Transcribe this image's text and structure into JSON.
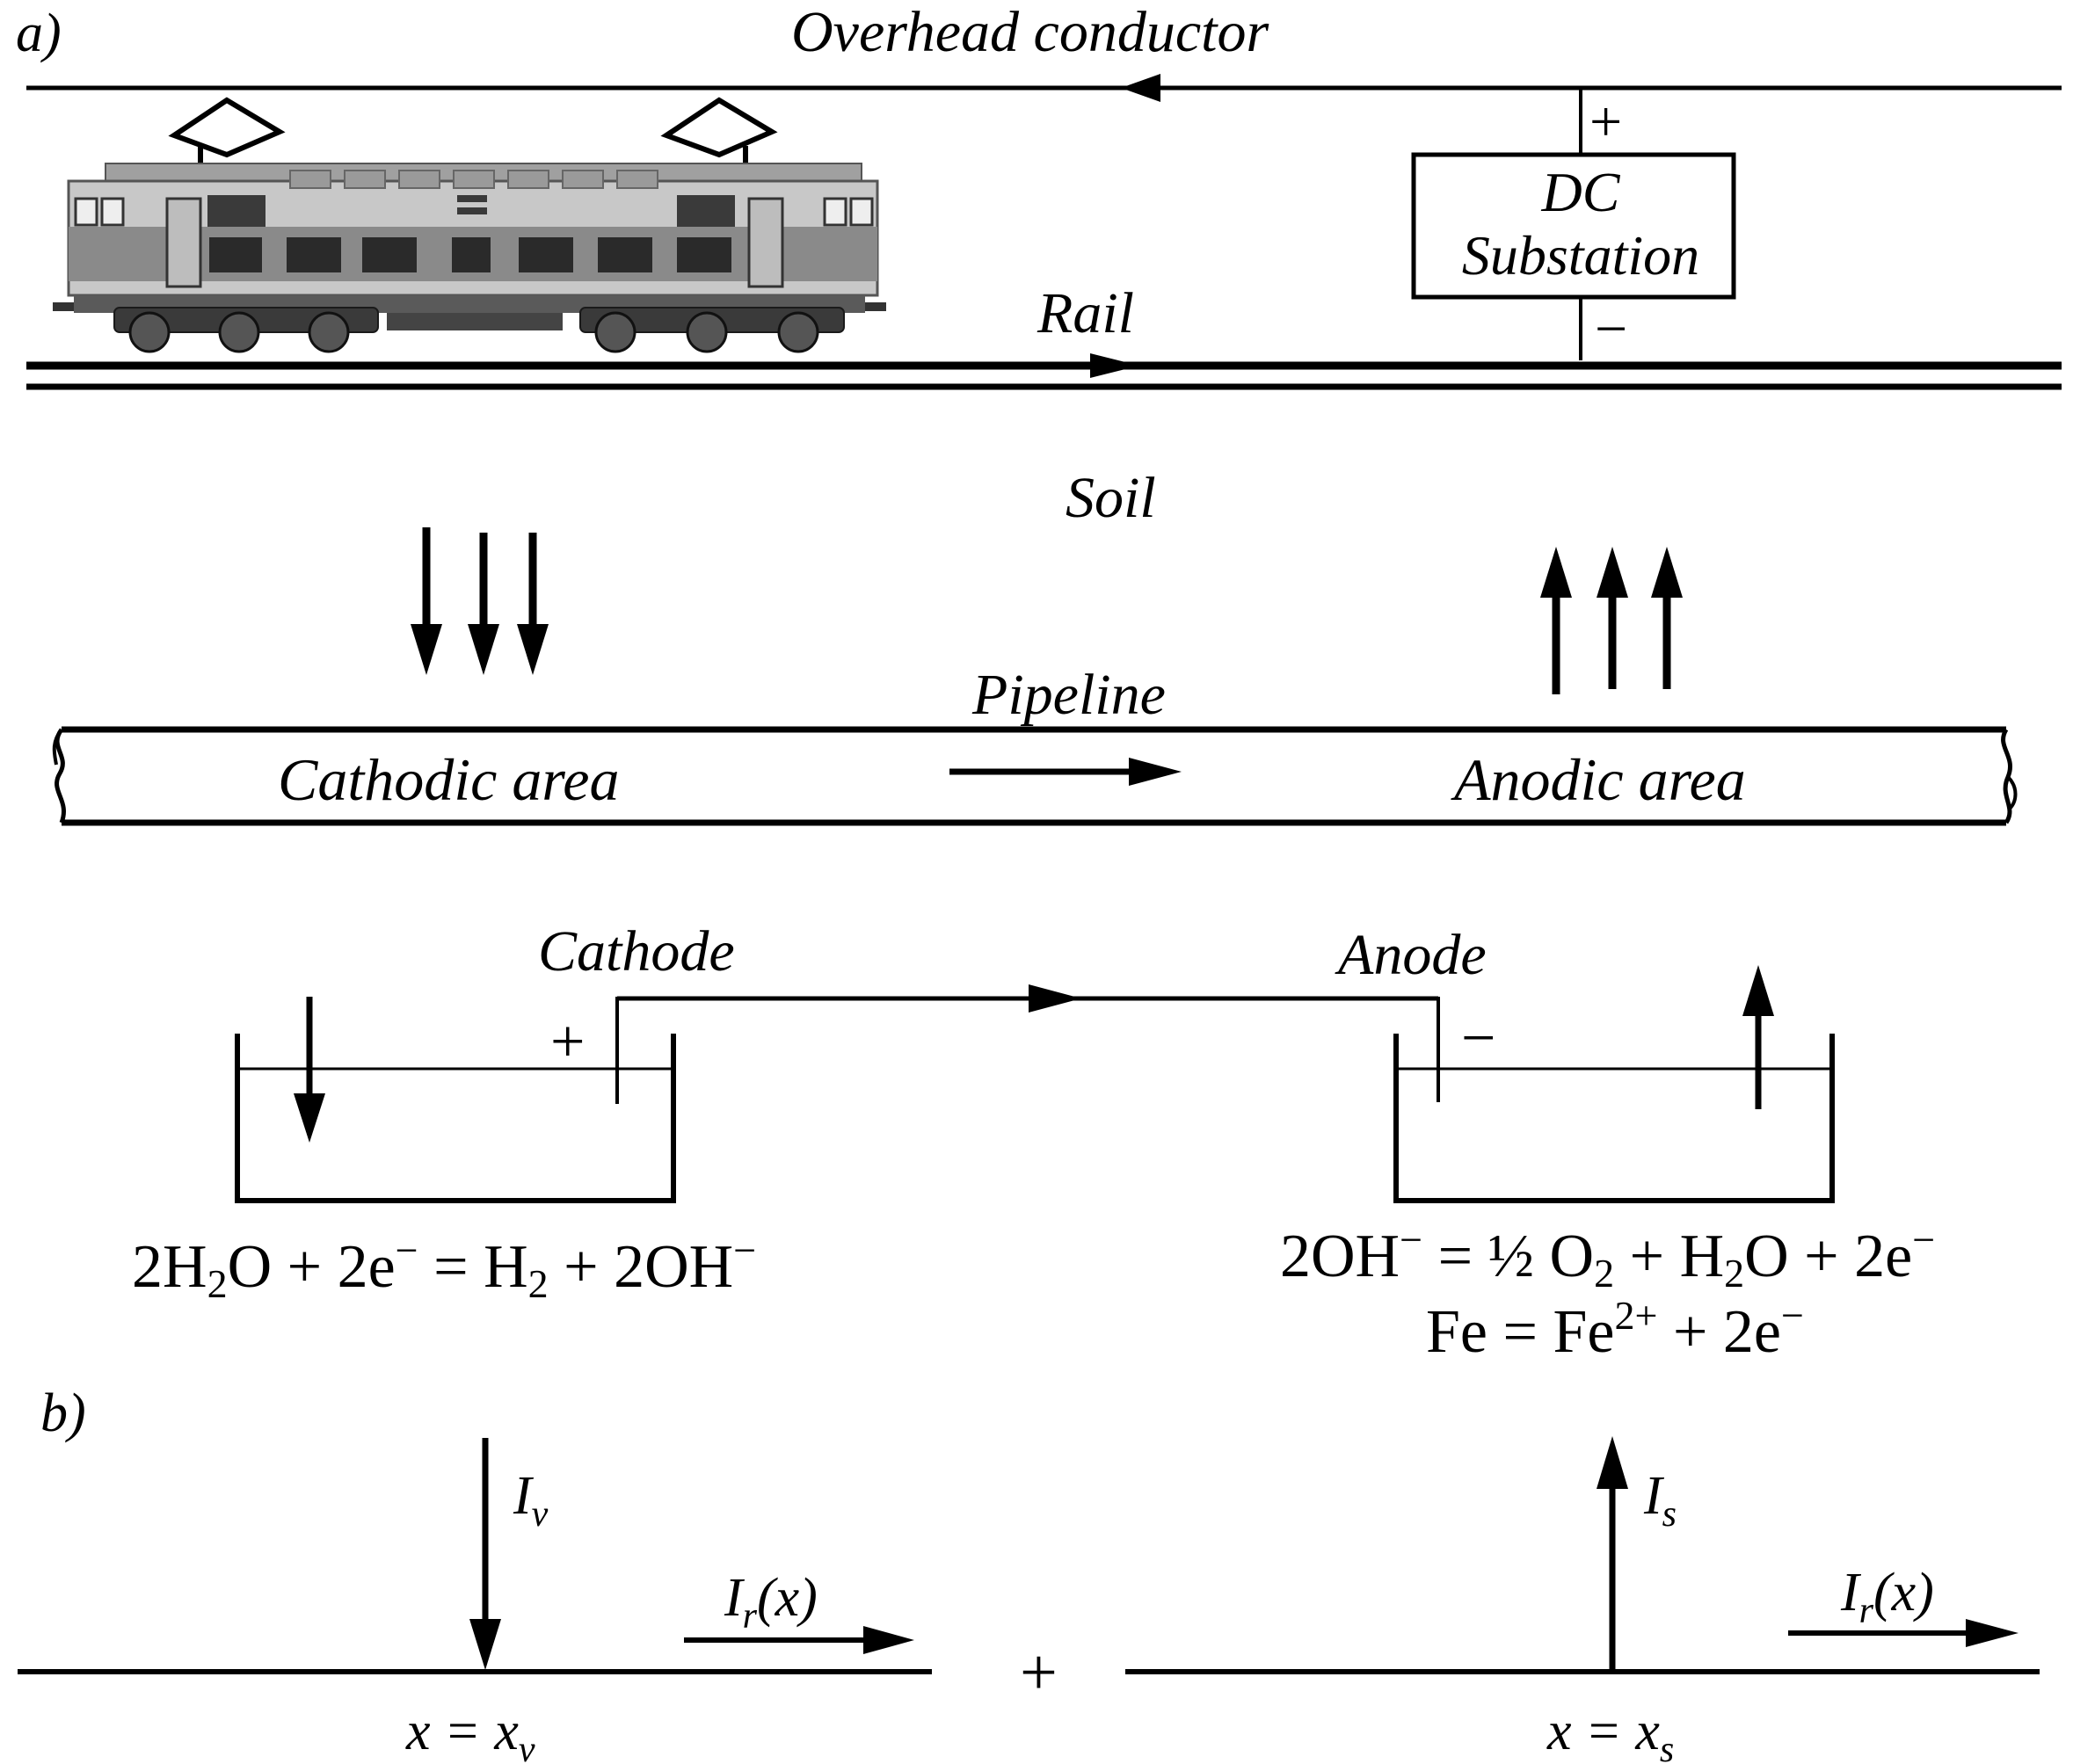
{
  "panel_a": {
    "tag": "a)",
    "overhead_conductor": "Overhead conductor",
    "substation_line1": "DC",
    "substation_line2": "Substation",
    "plus": "+",
    "minus": "−",
    "rail": "Rail",
    "soil": "Soil",
    "pipeline": "Pipeline",
    "cathodic_area": "Cathodic area",
    "anodic_area": "Anodic area",
    "cathode": "Cathode",
    "anode": "Anode",
    "cathode_sign": "+",
    "anode_sign": "−",
    "cathode_reaction": {
      "p1": "2H",
      "s1": "2",
      "p2": "O + 2e",
      "s2": "−",
      "p3": " = H",
      "s3": "2",
      "p4": " + 2OH",
      "s4": "−"
    },
    "anode_reaction_1": {
      "p1": "2OH",
      "s1": "−",
      "p2": " = ½ O",
      "s2": "2",
      "p3": " + H",
      "s3": "2",
      "p4": "O + 2e",
      "s4": "−"
    },
    "anode_reaction_2": {
      "p1": "Fe = Fe",
      "s1": "2+",
      "p2": " + 2e",
      "s2": "−"
    }
  },
  "panel_b": {
    "tag": "b)",
    "i_v": {
      "base": "I",
      "sub": "v"
    },
    "i_s": {
      "base": "I",
      "sub": "s"
    },
    "ir_left": {
      "base": "I",
      "sub": "r",
      "tail": "(x)"
    },
    "ir_right": {
      "base": "I",
      "sub": "r",
      "tail": "(x)"
    },
    "plus": "+",
    "x_v": {
      "lhs": "x = x",
      "sub": "v"
    },
    "x_s": {
      "lhs": "x = x",
      "sub": "s"
    }
  },
  "colors": {
    "ink": "#000000",
    "loco_body": "#c8c8c8",
    "loco_band": "#8a8a8a",
    "loco_dark": "#3a3a3a"
  }
}
